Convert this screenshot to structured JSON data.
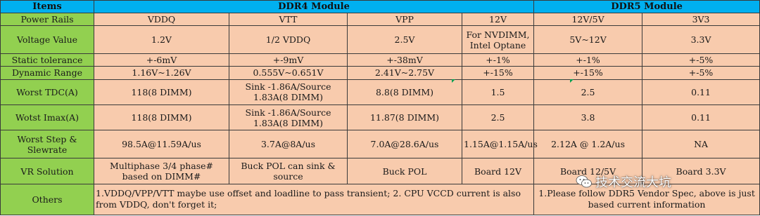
{
  "header": {
    "items": "Items",
    "ddr4": "DDR4 Module",
    "ddr5": "DDR5 Module"
  },
  "power_rails": {
    "label": "Power Rails",
    "vddq": "VDDQ",
    "vtt": "VTT",
    "vpp": "VPP",
    "r12v": "12V",
    "r12v5v": "12V/5V",
    "r3v3": "3V3"
  },
  "voltage_value": {
    "label": "Voltage Value",
    "vddq": "1.2V",
    "vtt": "1/2 VDDQ",
    "vpp": "2.5V",
    "r12v_line1": "For NVDIMM,",
    "r12v_line2": "Intel Optane",
    "r12v5v": "5V~12V",
    "r3v3": "3.3V"
  },
  "static_tolerance": {
    "label": "Static tolerance",
    "vddq": "+-6mV",
    "vtt": "+-9mV",
    "vpp": "+-38mV",
    "r12v": "+-1%",
    "r12v5v": "+-1%",
    "r3v3": "+-5%"
  },
  "dynamic_range": {
    "label": "Dynamic Range",
    "vddq": "1.16V~1.26V",
    "vtt": "0.555V~0.651V",
    "vpp": "2.41V~2.75V",
    "r12v": "+-15%",
    "r12v5v": "+-15%",
    "r3v3": "+-5%"
  },
  "worst_tdc": {
    "label": "Worst TDC(A)",
    "vddq": "118(8 DIMM)",
    "vtt_line1": "Sink -1.86A/Source",
    "vtt_line2": "1.83A(8 DIMM)",
    "vpp": "8.8(8 DIMM)",
    "r12v": "1.5",
    "r12v5v": "2.5",
    "r3v3": "0.11"
  },
  "worst_imax": {
    "label": "Wotst Imax(A)",
    "vddq": "118(8 DIMM)",
    "vtt_line1": "Sink -1.86A/Source",
    "vtt_line2": "1.83A(8 DIMM)",
    "vpp": "11.87(8 DIMM)",
    "r12v": "2.5",
    "r12v5v": "3.8",
    "r3v3": "0.11"
  },
  "worst_step": {
    "label_line1": "Worst Step &",
    "label_line2": "Slewrate",
    "vddq": "98.5A@11.59A/us",
    "vtt": "3.7A@8A/us",
    "vpp": "7.0A@28.6A/us",
    "r12v": "1.15A@1.15A/us",
    "r12v5v": "2.12A @ 1.2A/us",
    "r3v3": "NA"
  },
  "vr_solution": {
    "label": "VR Solution",
    "vddq_line1": "Multiphase 3/4 phase#",
    "vddq_line2": "based on DIMM#",
    "vtt_line1": "Buck POL can sink &",
    "vtt_line2": "source",
    "vpp": "Buck POL",
    "r12v": "Board 12V",
    "r12v5v": "Board 12/5V",
    "r3v3": "Board 3.3V"
  },
  "others": {
    "label": "Others",
    "ddr4_note": "1.VDDQ/VPP/VTT maybe use offset and loadline to pass transient; 2. CPU VCCD current is also from VDDQ, don't forget it;",
    "ddr5_note": "1.Please follow DDR5 Vendor Spec, above is just based current information"
  },
  "watermark": {
    "text": "技术交流大坑",
    "icon": "wechat-icon"
  },
  "colors": {
    "header_bg": "#00b0f0",
    "label_bg": "#92d050",
    "value_bg": "#f8cbad",
    "grid": "#3a3a3a",
    "comment_marker": "#00a050"
  }
}
